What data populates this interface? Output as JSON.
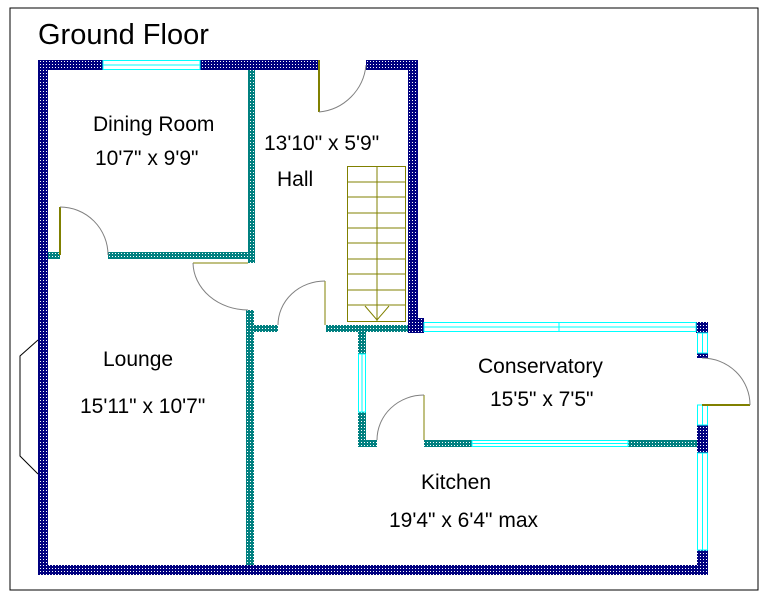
{
  "title": "Ground Floor",
  "rooms": [
    {
      "name": "Dining Room",
      "size": "10'7\" x 9'9\""
    },
    {
      "name": "Hall",
      "size": "13'10\" x 5'9\""
    },
    {
      "name": "Lounge",
      "size": "15'11\" x 10'7\""
    },
    {
      "name": "Conservatory",
      "size": "15'5\" x 7'5\""
    },
    {
      "name": "Kitchen",
      "size": "19'4\" x 6'4\" max"
    }
  ],
  "colors": {
    "external_wall": "#000080",
    "internal_wall": "#008080",
    "window": "#00ffff",
    "door": "#808000",
    "door_arc": "#808080"
  }
}
